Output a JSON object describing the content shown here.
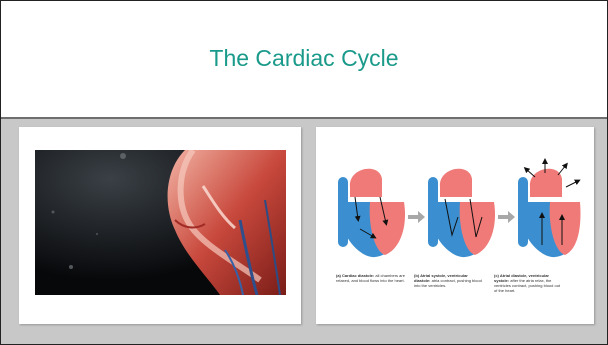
{
  "slide": {
    "title": "The Cardiac Cycle"
  },
  "left_panel": {
    "media": "heart-valve-video-still"
  },
  "right_panel": {
    "captions": {
      "a": {
        "label": "(a) Cardiac diastole:",
        "text": "all chambers are relaxed, and blood flows into the heart."
      },
      "b": {
        "label": "(b) Atrial systole, ventricular diastole:",
        "text": "atria contract, pushing blood into the ventricles."
      },
      "c": {
        "label": "(c) Atrial diastole, ventricular systole:",
        "text": "after the atria relax, the ventricles contract, pushing blood out of the heart."
      }
    }
  },
  "colors": {
    "title": "#1a9a8a",
    "background": "#c8c8c8",
    "oxygenated": "#f07a78",
    "deoxygenated": "#3b8fd0"
  }
}
